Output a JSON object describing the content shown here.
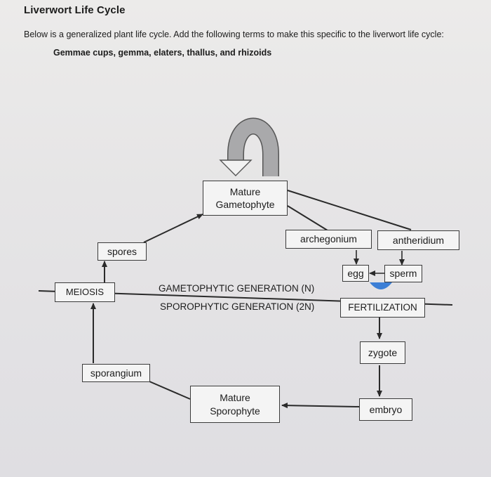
{
  "header": {
    "title": "Liverwort Life Cycle",
    "instructions": "Below is a generalized plant life cycle. Add the following terms to make this specific to the liverwort life cycle:",
    "terms": "Gemmae cups, gemma, elaters, thallus, and rhizoids"
  },
  "diagram": {
    "mature_gametophyte_line1": "Mature",
    "mature_gametophyte_line2": "Gametophyte",
    "archegonium": "archegonium",
    "antheridium": "antheridium",
    "egg": "egg",
    "sperm": "sperm",
    "spores": "spores",
    "meiosis": "MEIOSIS",
    "gametophytic_generation": "GAMETOPHYTIC GENERATION (N)",
    "sporophytic_generation": "SPOROPHYTIC GENERATION (2N)",
    "fertilization": "FERTILIZATION",
    "zygote": "zygote",
    "sporangium": "sporangium",
    "mature_sporophyte_line1": "Mature",
    "mature_sporophyte_line2": "Sporophyte",
    "embryo": "embryo"
  }
}
